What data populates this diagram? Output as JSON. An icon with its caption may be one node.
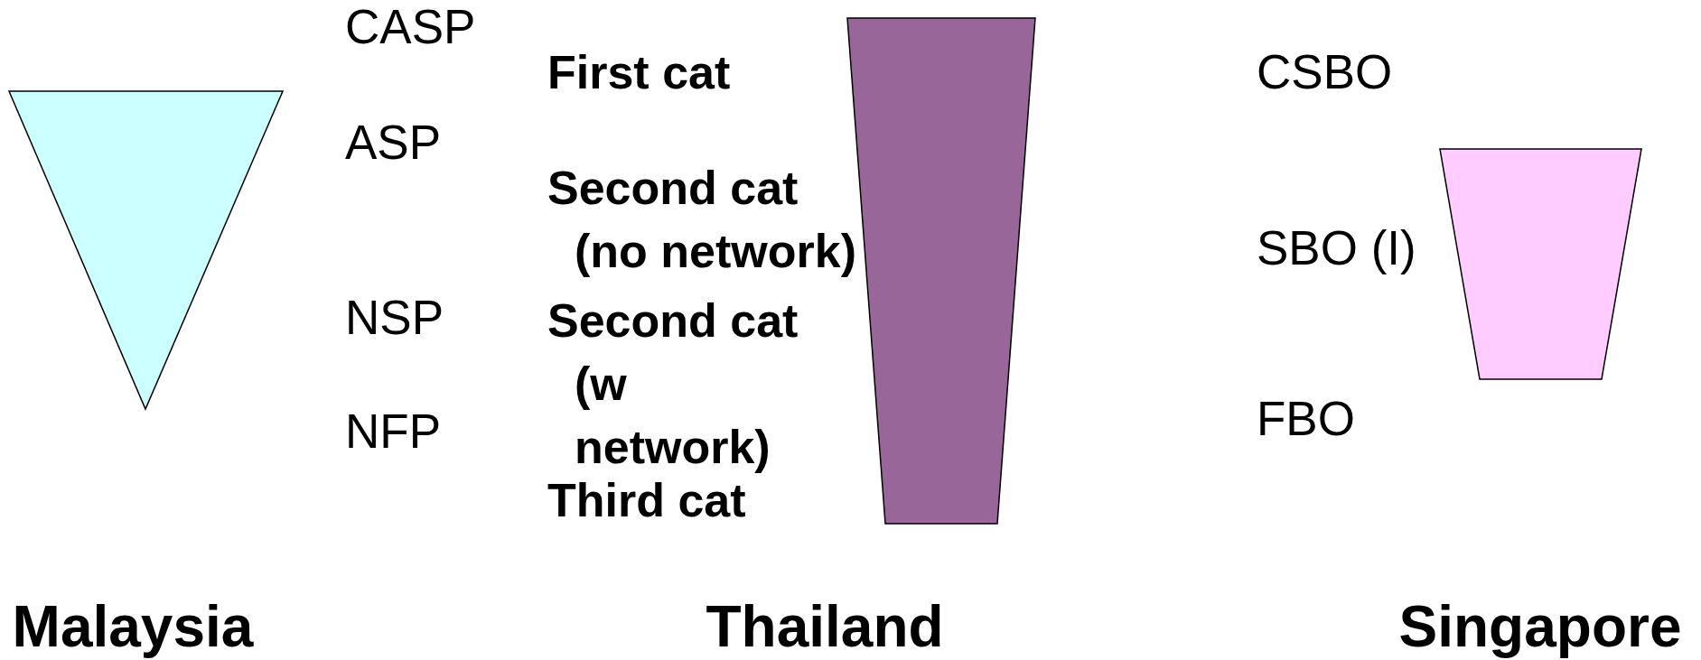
{
  "diagram": {
    "nodes": [
      {
        "text": [],
        "shape": "triangle"
      },
      {
        "text": [],
        "shape": "trapezoid"
      },
      {
        "text": [],
        "shape": "trapezoid"
      }
    ],
    "labels": [
      "CASP",
      "First cat",
      "CSBO",
      "ASP",
      "Second cat (no network)",
      "SBO (I)",
      "NSP",
      "Second cat (w network)",
      "NFP",
      "FBO",
      "Third cat",
      "Malaysia",
      "Thailand",
      "Singapore"
    ]
  }
}
